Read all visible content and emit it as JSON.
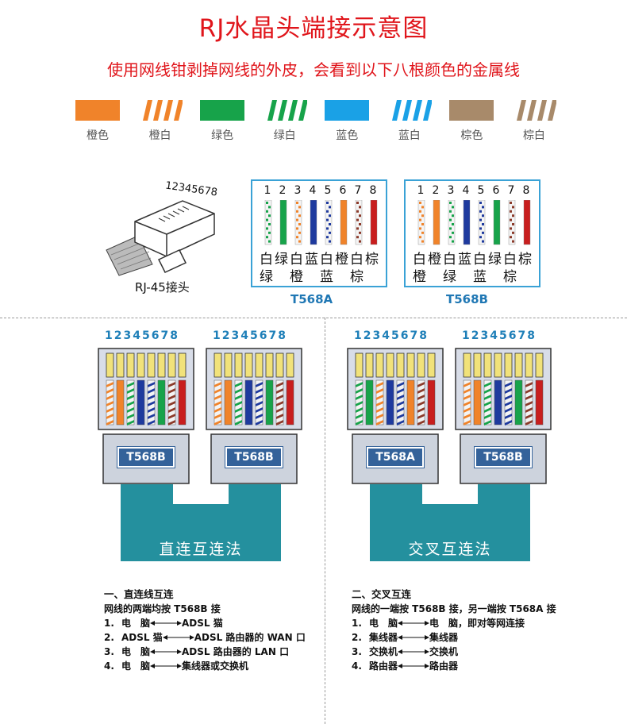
{
  "title": "RJ水晶头端接示意图",
  "subtitle": "使用网线钳剥掉网线的外皮，会看到以下八根颜色的金属线",
  "swatches": [
    {
      "label": "橙色",
      "color": "#f0832a",
      "striped": false
    },
    {
      "label": "橙白",
      "color": "#f0832a",
      "striped": true
    },
    {
      "label": "绿色",
      "color": "#17a34a",
      "striped": false
    },
    {
      "label": "绿白",
      "color": "#17a34a",
      "striped": true
    },
    {
      "label": "蓝色",
      "color": "#1aa1e6",
      "striped": false
    },
    {
      "label": "蓝白",
      "color": "#1aa1e6",
      "striped": true
    },
    {
      "label": "棕色",
      "color": "#a88a6a",
      "striped": false
    },
    {
      "label": "棕白",
      "color": "#a88a6a",
      "striped": true
    }
  ],
  "connector": {
    "pin_label": "12345678",
    "caption": "RJ-45接头"
  },
  "standards": [
    {
      "name": "T568A",
      "pins": [
        "1",
        "2",
        "3",
        "4",
        "5",
        "6",
        "7",
        "8"
      ],
      "row1": [
        "白",
        "绿",
        "白",
        "蓝",
        "白",
        "橙",
        "白",
        "棕"
      ],
      "row2": [
        "绿",
        "",
        "橙",
        "",
        "蓝",
        "",
        "棕",
        ""
      ],
      "wire_colors": [
        "#17a34a",
        "#17a34a",
        "#f0832a",
        "#1e3a9e",
        "#1e3a9e",
        "#f0832a",
        "#8b3a2a",
        "#c81e1e"
      ],
      "wire_striped": [
        true,
        false,
        true,
        false,
        true,
        false,
        true,
        false
      ]
    },
    {
      "name": "T568B",
      "pins": [
        "1",
        "2",
        "3",
        "4",
        "5",
        "6",
        "7",
        "8"
      ],
      "row1": [
        "白",
        "橙",
        "白",
        "蓝",
        "白",
        "绿",
        "白",
        "棕"
      ],
      "row2": [
        "橙",
        "",
        "绿",
        "",
        "蓝",
        "",
        "棕",
        ""
      ],
      "wire_colors": [
        "#f0832a",
        "#f0832a",
        "#17a34a",
        "#1e3a9e",
        "#1e3a9e",
        "#17a34a",
        "#8b3a2a",
        "#c81e1e"
      ],
      "wire_striped": [
        true,
        false,
        true,
        false,
        true,
        false,
        true,
        false
      ]
    }
  ],
  "cables": [
    {
      "label": "直连互连法",
      "pin_header": "12345678",
      "ends": [
        "T568B",
        "T568B"
      ],
      "color": "#24909e"
    },
    {
      "label": "交叉互连法",
      "pin_header": "12345678",
      "ends": [
        "T568A",
        "T568B"
      ],
      "color": "#24909e"
    }
  ],
  "notes_left": {
    "heading": "一、直连线互连",
    "intro": "网线的两端均按 T568B 接",
    "items": [
      {
        "num": "1.",
        "a": "电　脑",
        "b": "ADSL 猫"
      },
      {
        "num": "2.",
        "a": "ADSL 猫",
        "b": "ADSL 路由器的 WAN 口"
      },
      {
        "num": "3.",
        "a": "电　脑",
        "b": "ADSL 路由器的 LAN 口"
      },
      {
        "num": "4.",
        "a": "电　脑",
        "b": "集线器或交换机"
      }
    ]
  },
  "notes_right": {
    "heading": "二、交叉互连",
    "intro": "网线的一端按 T568B 接，另一端按 T568A 接",
    "items": [
      {
        "num": "1.",
        "a": "电　脑",
        "b": "电　脑，即对等网连接"
      },
      {
        "num": "2.",
        "a": "集线器",
        "b": "集线器"
      },
      {
        "num": "3.",
        "a": "交换机",
        "b": "交换机"
      },
      {
        "num": "4.",
        "a": "路由器",
        "b": "路由器"
      }
    ]
  },
  "colors": {
    "title_red": "#e0151b",
    "box_border": "#3aa2d6",
    "connector_body": "#d8dde8",
    "connector_dark": "#8c98ad",
    "badge_blue": "#34629a",
    "cable_teal": "#24909e"
  }
}
